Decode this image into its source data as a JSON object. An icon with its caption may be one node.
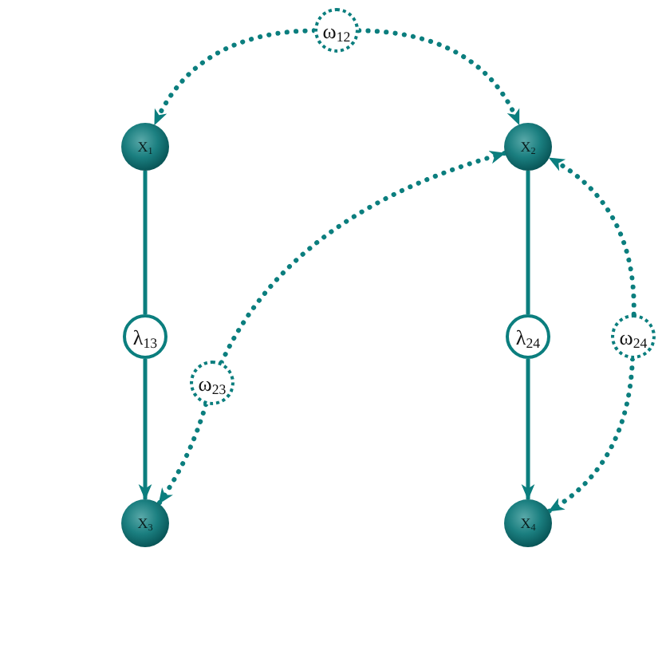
{
  "diagram": {
    "nodes": [
      {
        "text": [
          "ω$_{12}$"
        ]
      },
      {
        "text": [
          "X$_{1}$"
        ]
      },
      {
        "text": [
          "X$_{2}$"
        ]
      },
      {
        "text": [
          "λ$_{13}$"
        ]
      },
      {
        "text": [
          "λ$_{24}$"
        ]
      },
      {
        "text": [
          "ω$_{24}$"
        ]
      },
      {
        "text": [
          "ω$_{23}$"
        ]
      },
      {
        "text": [
          "X$_{3}$"
        ]
      },
      {
        "text": [
          "X$_{4}$"
        ]
      }
    ],
    "edges": [
      {
        "from": 1,
        "to": 3,
        "arrow": "none"
      },
      {
        "from": 3,
        "to": 7,
        "arrow": "to"
      },
      {
        "from": 2,
        "to": 4,
        "arrow": "none"
      },
      {
        "from": 4,
        "to": 8,
        "arrow": "to"
      },
      {
        "from": 0,
        "to": 1,
        "arrow": "to",
        "style": "dashed"
      },
      {
        "from": 0,
        "to": 2,
        "arrow": "to",
        "style": "dashed"
      },
      {
        "from": 6,
        "to": 2,
        "arrow": "to",
        "style": "dashed"
      },
      {
        "from": 6,
        "to": 7,
        "arrow": "to",
        "style": "dashed"
      },
      {
        "from": 5,
        "to": 2,
        "arrow": "to",
        "style": "dashed"
      },
      {
        "from": 5,
        "to": 8,
        "arrow": "to",
        "style": "dashed"
      }
    ]
  }
}
